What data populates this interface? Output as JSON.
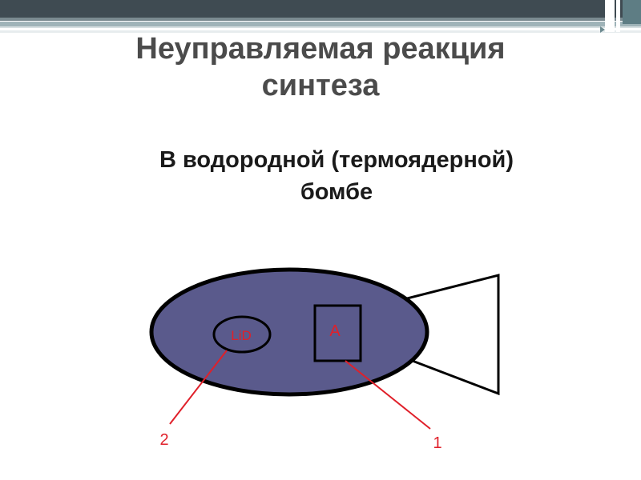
{
  "slide": {
    "title_line1": "Неуправляемая реакция",
    "title_line2": "синтеза",
    "subtitle_line1": "В водородной (термоядерной)",
    "subtitle_line2": "бомбе"
  },
  "diagram": {
    "body_color": "#5a5a8c",
    "pointer_color": "#e0202a",
    "label_lid": "LiD",
    "label_a": "A",
    "callout_1": "1",
    "callout_2": "2"
  }
}
